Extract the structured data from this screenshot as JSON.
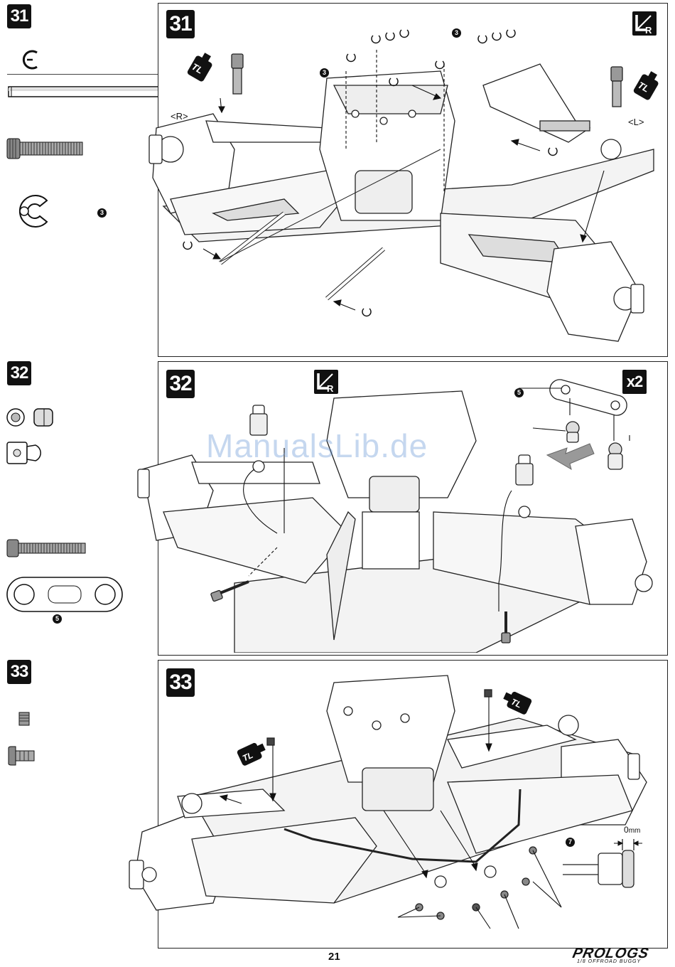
{
  "steps": [
    {
      "number": "31",
      "panel_number": "31",
      "side_labels": {
        "right": "<R>",
        "left": "<L>"
      },
      "part_callouts": [
        "3",
        "3",
        "3",
        "3"
      ],
      "sidebar_callout": "3"
    },
    {
      "number": "32",
      "panel_number": "32",
      "multiplier": "x2",
      "part_callouts": [
        "5"
      ],
      "sidebar_callout": "5"
    },
    {
      "number": "33",
      "panel_number": "33",
      "gap_label": "0",
      "gap_unit": "mm",
      "part_callouts": [
        "7"
      ]
    }
  ],
  "threadlock_label": "TL",
  "watermark": "ManualsLib.de",
  "page_number": "21",
  "brand": {
    "name": "PROLOGS",
    "tagline": "1/8 OFFROAD BUGGY"
  }
}
